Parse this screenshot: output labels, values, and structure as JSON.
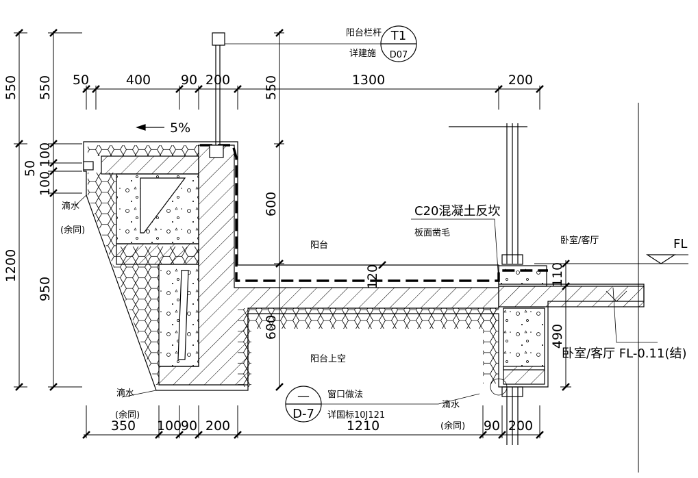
{
  "drawing": {
    "dims_top": [
      "50",
      "400",
      "90",
      "200",
      "1300",
      "200"
    ],
    "dims_bottom": [
      "350",
      "100",
      "90",
      "200",
      "1210",
      "90",
      "200"
    ],
    "dims_left_outer": [
      "550",
      "1200"
    ],
    "dims_left_inner": [
      "550",
      "100",
      "50",
      "100",
      "950"
    ],
    "dims_middle": [
      "550",
      "600",
      "600"
    ],
    "dims_right": [
      "110",
      "490"
    ],
    "slope": "5%",
    "thickness_120": "120",
    "labels": {
      "railing_line1": "阳台栏杆",
      "railing_line2": "详建施",
      "t1_top": "T1",
      "t1_bottom": "D07",
      "drip_left": "滴水",
      "same_left": "(余同)",
      "drip_bottom": "滴水",
      "same_bottom": "(余同)",
      "drip_right": "滴水",
      "same_right": "(余同)",
      "c20_line1": "C20混凝土反坎",
      "c20_line2": "板面凿毛",
      "balcony": "阳台",
      "bedroom_upper": "卧室/客厅",
      "fl": "FL",
      "balcony_void": "阳台上空",
      "bedroom_lower": "卧室/客厅 FL-0.11(结)",
      "window_detail": "窗口做法",
      "window_ref": "详国标10J121",
      "d7_top": "—",
      "d7_bottom": "D-7"
    }
  }
}
